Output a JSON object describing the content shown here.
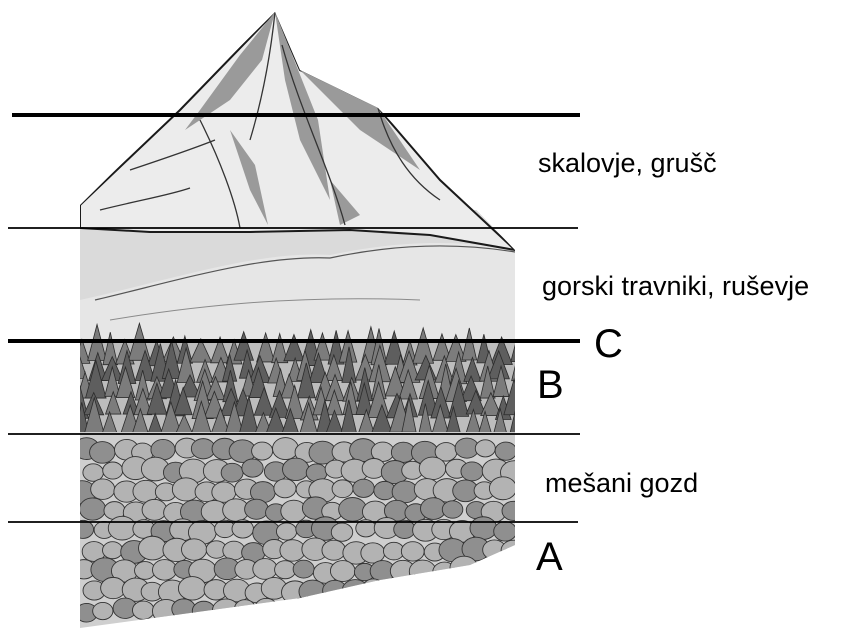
{
  "zones": {
    "rock": "skalovje, grušč",
    "meadow": "gorski travniki, ruševje",
    "forest": "mešani gozd"
  },
  "markers": {
    "a": "A",
    "b": "B",
    "c": "C"
  },
  "colors": {
    "ink": "#000000",
    "rock": "#e9e9e9",
    "meadow": "#d9d9d9",
    "conifer": "#6f6f6f",
    "deciduous": "#a8a8a8"
  }
}
